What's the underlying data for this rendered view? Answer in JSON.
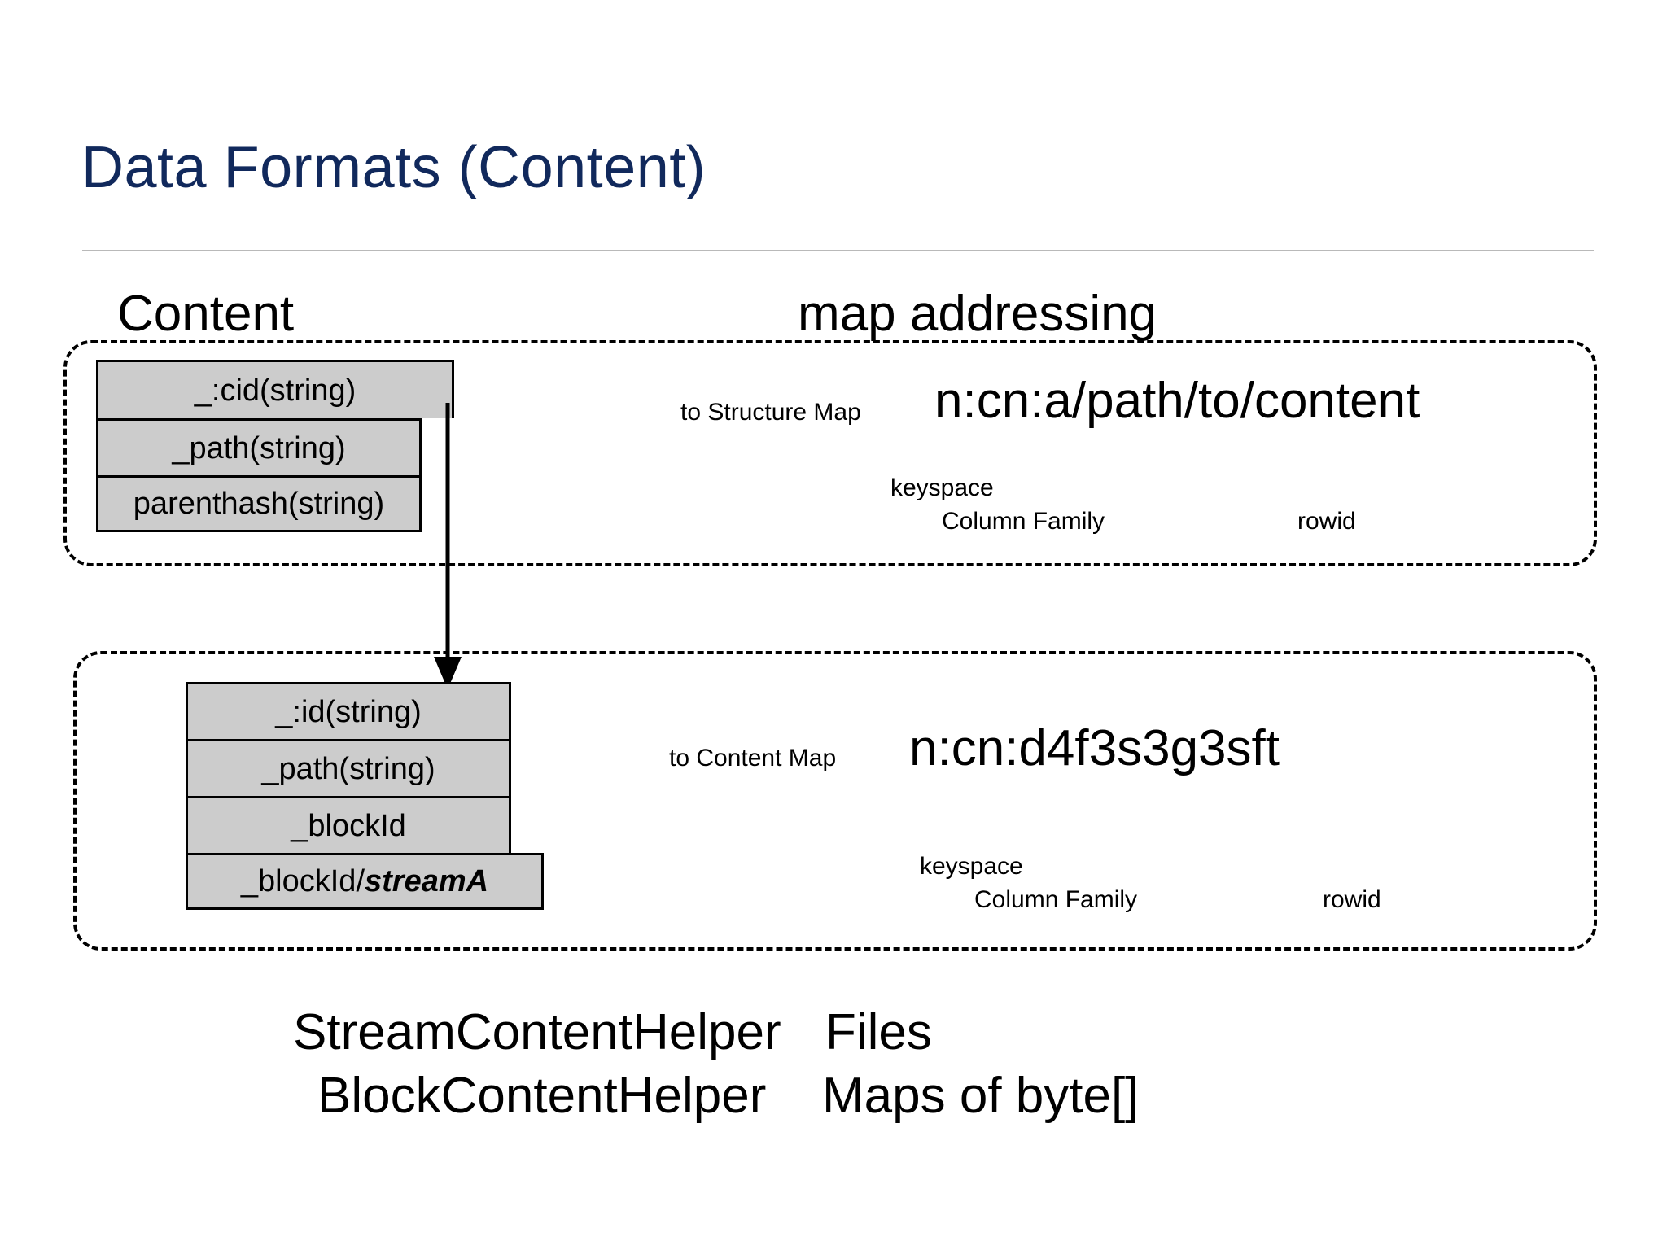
{
  "slide": {
    "title": "Data Formats (Content)",
    "title_color": "#11295c",
    "rule_color": "#b9b9b9",
    "background": "#ffffff"
  },
  "captions": {
    "left": "Content",
    "right": "map addressing"
  },
  "content_box": {
    "fields": [
      {
        "label": "_:cid(string)"
      },
      {
        "label": "_path(string)"
      },
      {
        "label": "parenthash(string)"
      }
    ],
    "addressing": {
      "note": "to Structure Map",
      "key": "n:cn:a/path/to/content",
      "parts": {
        "keyspace": "keyspace",
        "column_family": "Column Family",
        "rowid": "rowid"
      }
    }
  },
  "block_box": {
    "fields": [
      {
        "label": "_:id(string)"
      },
      {
        "label": "_path(string)"
      },
      {
        "label": "_blockId"
      },
      {
        "label_prefix": "_blockId/",
        "label_emphasis": "streamA"
      }
    ],
    "addressing": {
      "note": "to Content Map",
      "key": "n:cn:d4f3s3g3sft",
      "parts": {
        "keyspace": "keyspace",
        "column_family": "Column Family",
        "rowid": "rowid"
      }
    }
  },
  "connector": {
    "name": "arrow-down"
  },
  "footer": {
    "rows": [
      {
        "left": "StreamContentHelper",
        "right": "Files"
      },
      {
        "left": "BlockContentHelper",
        "right": "Maps of byte[]"
      }
    ]
  }
}
